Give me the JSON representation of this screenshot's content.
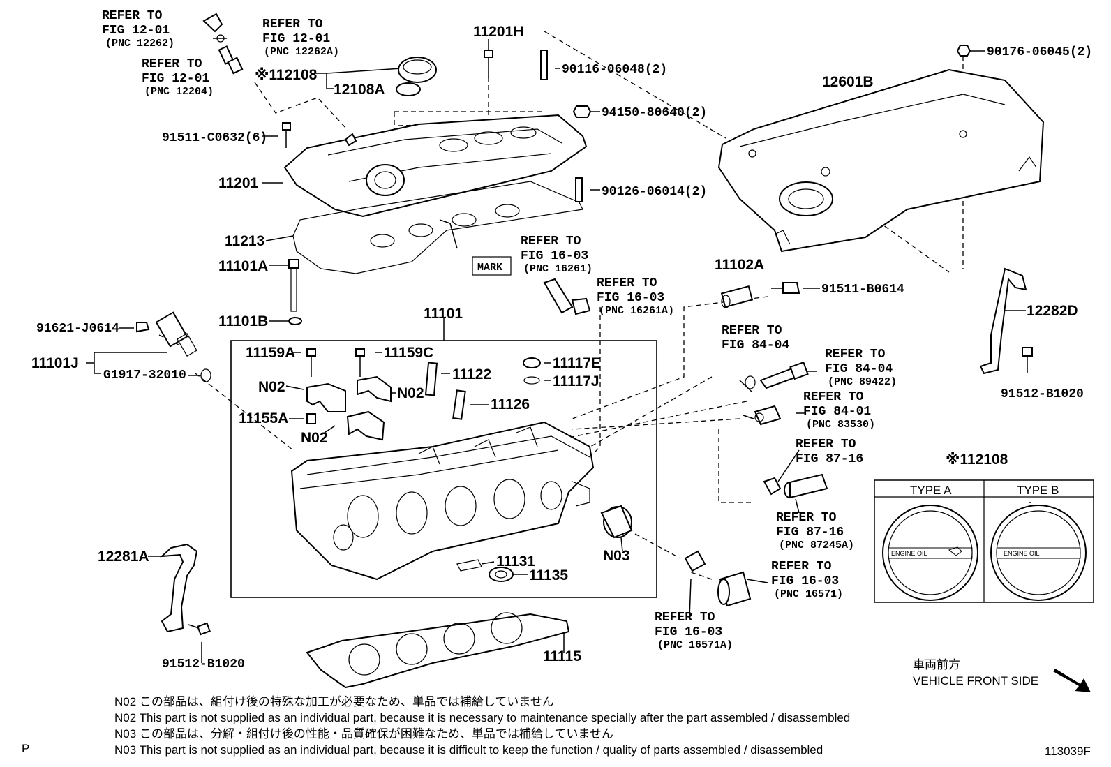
{
  "labels": {
    "refer_fig12_01_a": "REFER TO",
    "refer_fig12_01_a2": "FIG 12-01",
    "refer_fig12_01_a3": "(PNC 12262)",
    "refer_fig12_01_b": "REFER TO",
    "refer_fig12_01_b2": "FIG 12-01",
    "refer_fig12_01_b3": "(PNC 12262A)",
    "refer_fig12_01_c": "REFER TO",
    "refer_fig12_01_c2": "FIG 12-01",
    "refer_fig12_01_c3": "(PNC 12204)",
    "p12108": "※112108",
    "p12108A": "12108A",
    "p11201H": "11201H",
    "p90116": "90116-06048(2)",
    "p94150": "94150-80640(2)",
    "p90126": "90126-06014(2)",
    "p91511_c0632": "91511-C0632(6)",
    "p11201": "11201",
    "p11213": "11213",
    "p11101A": "11101A",
    "p11101B": "11101B",
    "mark": "MARK",
    "p90176": "90176-06045(2)",
    "p12601B": "12601B",
    "refer_fig16_03_a": "REFER TO",
    "refer_fig16_03_a2": "FIG 16-03",
    "refer_fig16_03_a3": "(PNC 16261)",
    "refer_fig16_03_b": "REFER TO",
    "refer_fig16_03_b2": "FIG 16-03",
    "refer_fig16_03_b3": "(PNC 16261A)",
    "p11102A": "11102A",
    "p91511_b0614": "91511-B0614",
    "p12282D": "12282D",
    "p91621": "91621-J0614",
    "p11101J": "11101J",
    "pG1917": "G1917-32010",
    "p11101": "11101",
    "p11159A": "11159A",
    "p11159C": "11159C",
    "p11122": "11122",
    "p11117E": "11117E",
    "p11117J": "11117J",
    "n02_a": "N02",
    "n02_b": "N02",
    "n02_c": "N02",
    "p11126": "11126",
    "p11155A": "11155A",
    "refer_fig84_04_a": "REFER TO",
    "refer_fig84_04_a2": "FIG 84-04",
    "refer_fig84_04_b": "REFER TO",
    "refer_fig84_04_b2": "FIG 84-04",
    "refer_fig84_04_b3": "(PNC 89422)",
    "refer_fig84_01": "REFER TO",
    "refer_fig84_01_2": "FIG 84-01",
    "refer_fig84_01_3": "(PNC 83530)",
    "p91512_b1020_r": "91512-B1020",
    "refer_fig87_16_a": "REFER TO",
    "refer_fig87_16_a2": "FIG 87-16",
    "refer_fig87_16_b": "REFER TO",
    "refer_fig87_16_b2": "FIG 87-16",
    "refer_fig87_16_b3": "(PNC 87245A)",
    "p12108_box": "※112108",
    "type_a": "TYPE A",
    "type_b": "TYPE B",
    "engine_oil_a": "ENGINE OIL",
    "engine_oil_b": "ENGINE OIL",
    "p12281A": "12281A",
    "p11131": "11131",
    "p11135": "11135",
    "n03": "N03",
    "refer_fig16_03_c": "REFER TO",
    "refer_fig16_03_c2": "FIG 16-03",
    "refer_fig16_03_c3": "(PNC 16571)",
    "refer_fig16_03_d": "REFER TO",
    "refer_fig16_03_d2": "FIG 16-03",
    "refer_fig16_03_d3": "(PNC 16571A)",
    "p91512_b1020_l": "91512-B1020",
    "p11115": "11115",
    "vehicle_front_jp": "車両前方",
    "vehicle_front_en": "VEHICLE FRONT SIDE",
    "page_marker": "P",
    "figure_id": "113039F"
  },
  "notes": [
    "N02  この部品は、組付け後の特殊な加工が必要なため、単品では補給していません",
    "N02 This part is not supplied as an individual part, because it is necessary to maintenance specially after the part assembled / disassembled",
    "N03  この部品は、分解・組付け後の性能・品質確保が困難なため、単品では補給していません",
    "N03 This part is not supplied as an individual part, because it is difficult to keep the function / quality of parts  assembled / disassembled"
  ]
}
